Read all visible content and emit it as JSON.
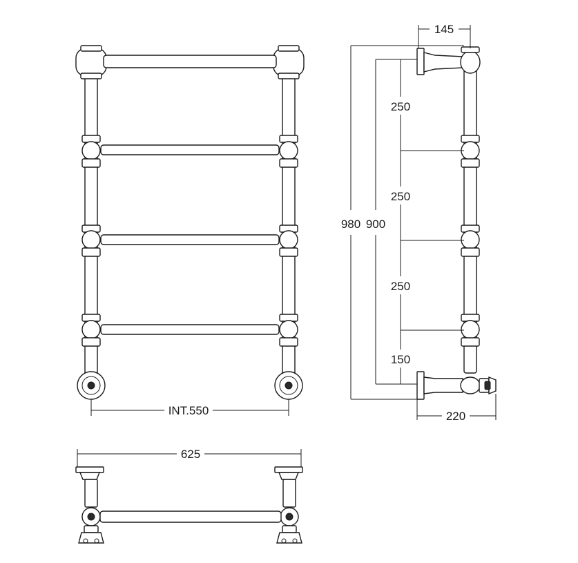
{
  "dimensions": {
    "internal_width": "INT.550",
    "overall_width": "625",
    "side_depth_top": "145",
    "side_depth_bottom": "220",
    "overall_height": "980",
    "rail_span_height": "900",
    "rail_spacing_1": "250",
    "rail_spacing_2": "250",
    "rail_spacing_3": "250",
    "bottom_offset": "150"
  },
  "colors": {
    "line": "#1a1a1a",
    "background": "#ffffff"
  }
}
